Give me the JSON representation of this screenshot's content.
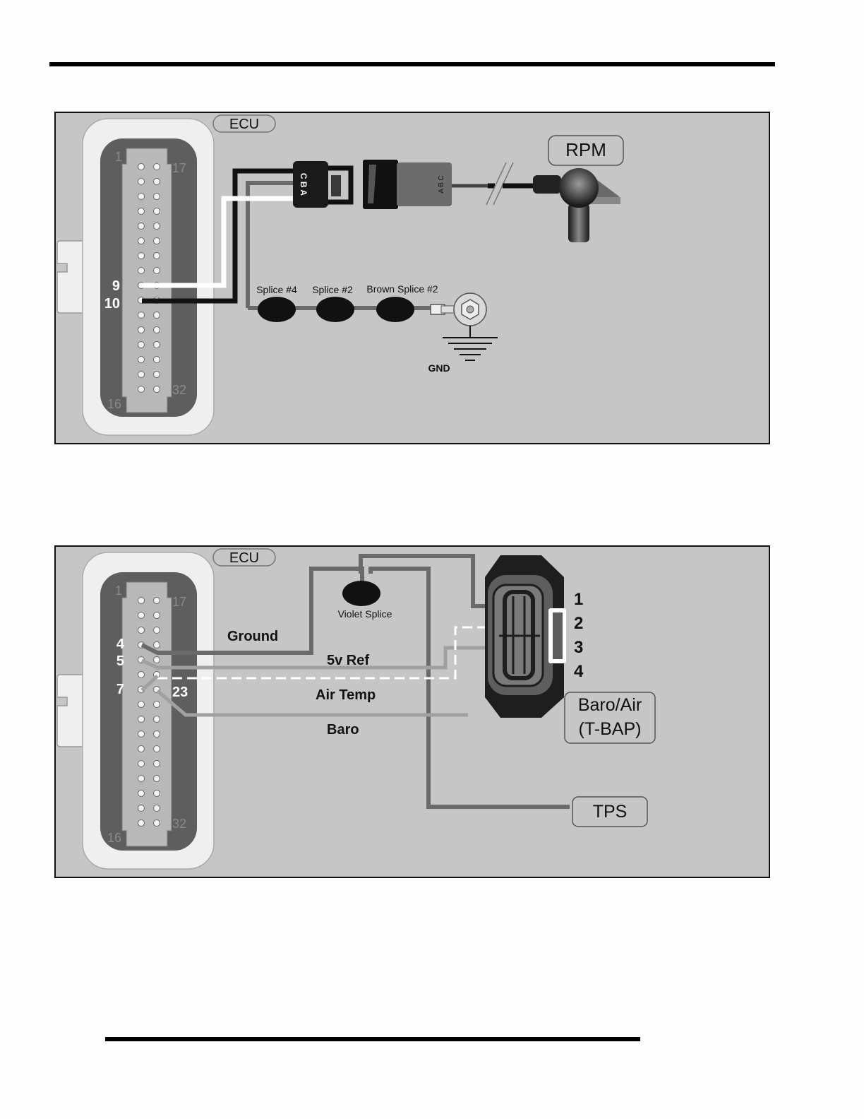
{
  "diagram_rpm": {
    "ecu_label": "ECU",
    "pin_first_left": "1",
    "pin_first_right": "17",
    "pin_last_left": "16",
    "pin_last_right": "32",
    "pin_9": "9",
    "pin_10": "10",
    "sensor_label": "RPM",
    "harness_connector_letters": "C B A",
    "sensor_connector_letters": "A B C",
    "splice_1": "Splice #4",
    "splice_2": "Splice #2",
    "splice_3": "Brown Splice #2",
    "ground_label": "GND"
  },
  "diagram_tbap": {
    "ecu_label": "ECU",
    "pin_first_left": "1",
    "pin_first_right": "17",
    "pin_last_left": "16",
    "pin_last_right": "32",
    "pin_4": "4",
    "pin_5": "5",
    "pin_7": "7",
    "pin_23": "23",
    "wire_ground": "Ground",
    "wire_5v_ref": "5v Ref",
    "wire_air_temp": "Air Temp",
    "wire_baro": "Baro",
    "splice": "Violet Splice",
    "connector_pins": [
      "1",
      "2",
      "3",
      "4"
    ],
    "sensor_label_line1": "Baro/Air",
    "sensor_label_line2": "(T-BAP)",
    "tps_label": "TPS"
  },
  "colors": {
    "panel": "#c6c6c6",
    "ecu_body": "#efefef",
    "connector_dark": "#5e5e5e",
    "pin_strip": "#b8b8b8",
    "wire_dark": "#111111",
    "wire_gray": "#6a6a6a",
    "wire_light": "#a0a0a0",
    "wire_white": "#ffffff"
  }
}
